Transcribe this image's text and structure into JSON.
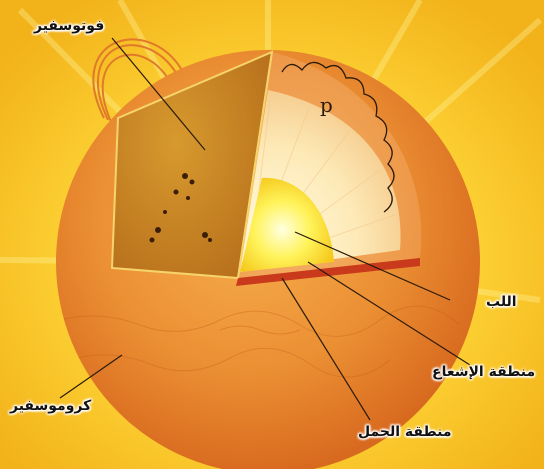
{
  "labels": {
    "photosphere": "فوتوسفير",
    "core": "اللب",
    "radiation_zone": "منطقة الإشعاع",
    "chromosphere": "كروموسفير",
    "convection_zone": "منطقة الحمل",
    "wave_marker": "p"
  },
  "colors": {
    "background": "#f6c21c",
    "surface": "#e8862c",
    "convection_layer": "#f0a04a",
    "radiation_layer": "#fbe7b0",
    "core": "#fff36a"
  }
}
